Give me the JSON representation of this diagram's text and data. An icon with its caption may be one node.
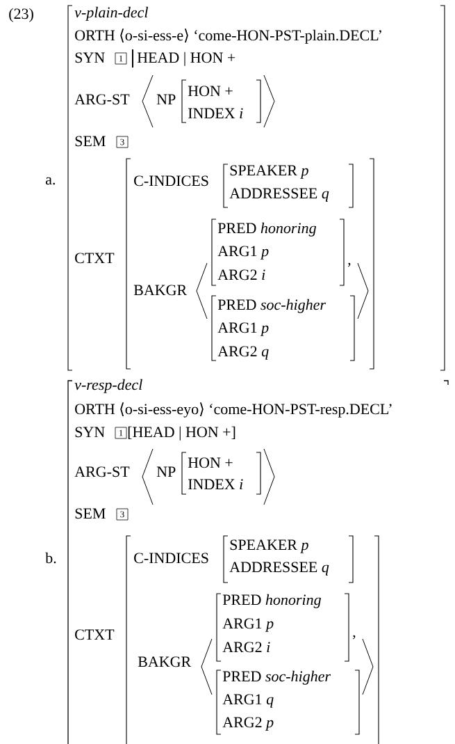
{
  "diagram": {
    "labels": [
      "(23)",
      "v-plain-decl",
      "ORTH ⟨o-si-ess-e⟩ ‘come-HON-PST-plain.DECL’",
      "SYN",
      "1",
      "HEAD | HON +",
      "ARG-ST",
      "NP",
      "HON +",
      "INDEX *i*",
      "SEM",
      "3",
      "a.",
      "C-INDICES",
      "SPEAKER *p*",
      "ADDRESSEE *q*",
      "CTXT",
      "PRED *honoring*",
      "ARG1 *p*",
      "ARG2 *i*",
      ",",
      "BAKGR",
      "PRED *soc-higher*",
      "ARG1 *p*",
      "ARG2 *q*",
      "v-resp-decl",
      "ORTH ⟨o-si-ess-eyo⟩ ‘come-HON-PST-resp.DECL’",
      "SYN",
      "1",
      "[HEAD | HON +]",
      "ARG-ST",
      "NP",
      "HON +",
      "INDEX *i*",
      "SEM",
      "3",
      "b.",
      "C-INDICES",
      "SPEAKER *p*",
      "ADDRESSEE *q*",
      "CTXT",
      "PRED *honoring*",
      "ARG1 *p*",
      "ARG2 *i*",
      ",",
      "BAKGR",
      "PRED *soc-higher*",
      "ARG1 *q*",
      "ARG2 *p*"
    ]
  }
}
